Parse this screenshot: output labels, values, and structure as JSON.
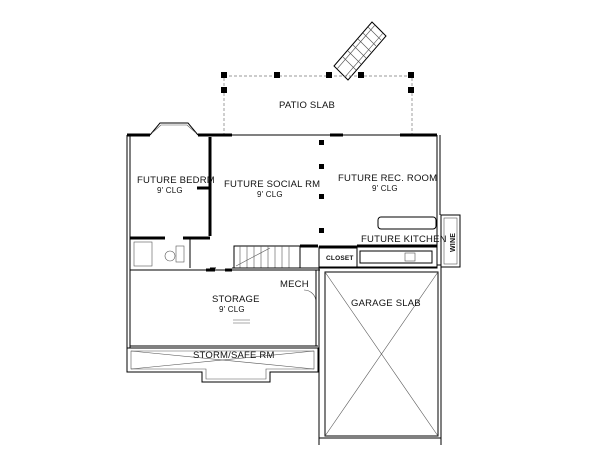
{
  "plan": {
    "rooms": {
      "patio": "PATIO SLAB",
      "bedroom_name": "FUTURE BEDRM",
      "bedroom_clg": "9' CLG",
      "social_name": "FUTURE SOCIAL RM",
      "social_clg": "9' CLG",
      "rec_name": "FUTURE REC. ROOM",
      "rec_clg": "9' CLG",
      "kitchen": "FUTURE KITCHEN",
      "wine": "WINE",
      "closet": "CLOSET",
      "mech": "MECH",
      "storage_name": "STORAGE",
      "storage_clg": "9' CLG",
      "storm": "STORM/SAFE RM",
      "garage": "GARAGE SLAB"
    }
  }
}
